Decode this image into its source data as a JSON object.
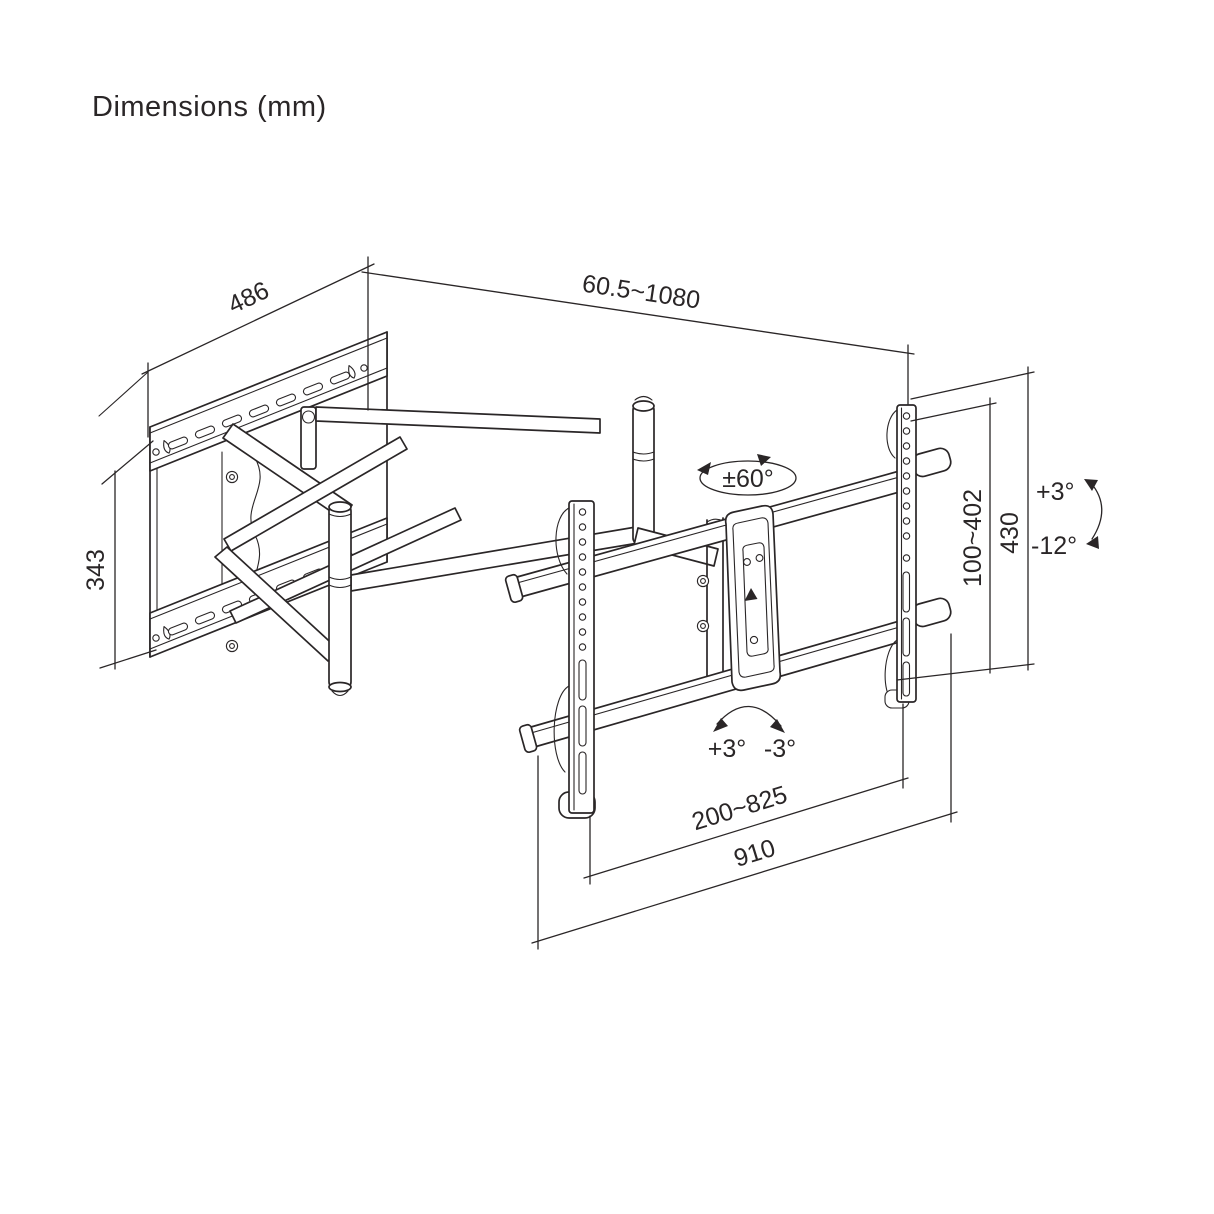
{
  "title": "Dimensions (mm)",
  "dims": {
    "wall_plate_width": "486",
    "extension_depth": "60.5~1080",
    "wall_plate_height": "343",
    "vesa_vertical_range": "100~402",
    "bracket_height": "430",
    "vesa_horizontal_range": "200~825",
    "bracket_width": "910"
  },
  "angles": {
    "swivel": "±60°",
    "tilt_up": "+3°",
    "tilt_down": "-12°",
    "level_plus": "+3°",
    "level_minus": "-3°"
  },
  "colors": {
    "line": "#2a2627",
    "background": "#ffffff"
  }
}
